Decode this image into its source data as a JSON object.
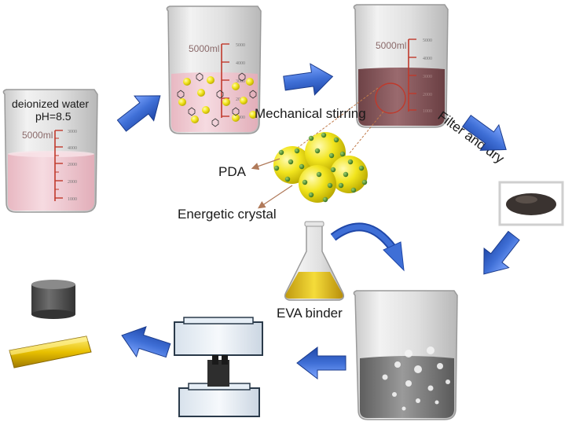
{
  "beakers": {
    "b1": {
      "volume_label": "5000ml",
      "ticks": [
        "3000",
        "4000",
        "2000",
        "2000",
        "1000"
      ],
      "line1": "deionized water",
      "line2": "pH=8.5"
    },
    "b2": {
      "volume_label": "5000ml",
      "ticks": [
        "5000",
        "4000",
        "3000",
        "2000",
        "1000"
      ]
    },
    "b3": {
      "volume_label": "5000ml",
      "ticks": [
        "5000",
        "4000",
        "3000",
        "2000",
        "1000"
      ]
    }
  },
  "labels": {
    "stirring": "Mechanical stirring",
    "filter": "Filter and dry",
    "pda": "PDA",
    "crystal": "Energetic crystal",
    "binder": "EVA binder"
  },
  "colors": {
    "arrow": "#3f6fd6",
    "pink_liquid": "#f0c8d0",
    "brown_liquid": "#8a5a5e",
    "yellow_particle": "#f2e51e",
    "green_dot": "#4e8a2c",
    "gold_bar": "#e0b800",
    "gray_cylinder": "#555555"
  }
}
